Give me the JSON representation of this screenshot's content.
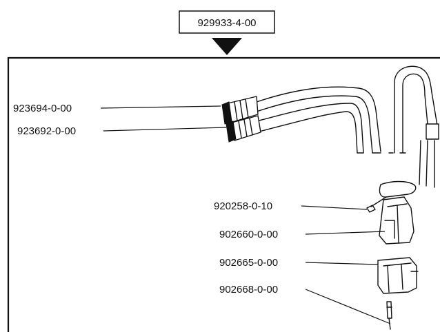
{
  "assembly": {
    "part_number": "929933-4-00"
  },
  "callouts": [
    {
      "id": "coax-plug-1",
      "part_number": "923694-0-00"
    },
    {
      "id": "coax-plug-2",
      "part_number": "923692-0-00"
    },
    {
      "id": "clip",
      "part_number": "920258-0-10"
    },
    {
      "id": "connector-housing",
      "part_number": "902660-0-00"
    },
    {
      "id": "connector-body",
      "part_number": "902665-0-00"
    },
    {
      "id": "pin-contact",
      "part_number": "902668-0-00"
    }
  ]
}
